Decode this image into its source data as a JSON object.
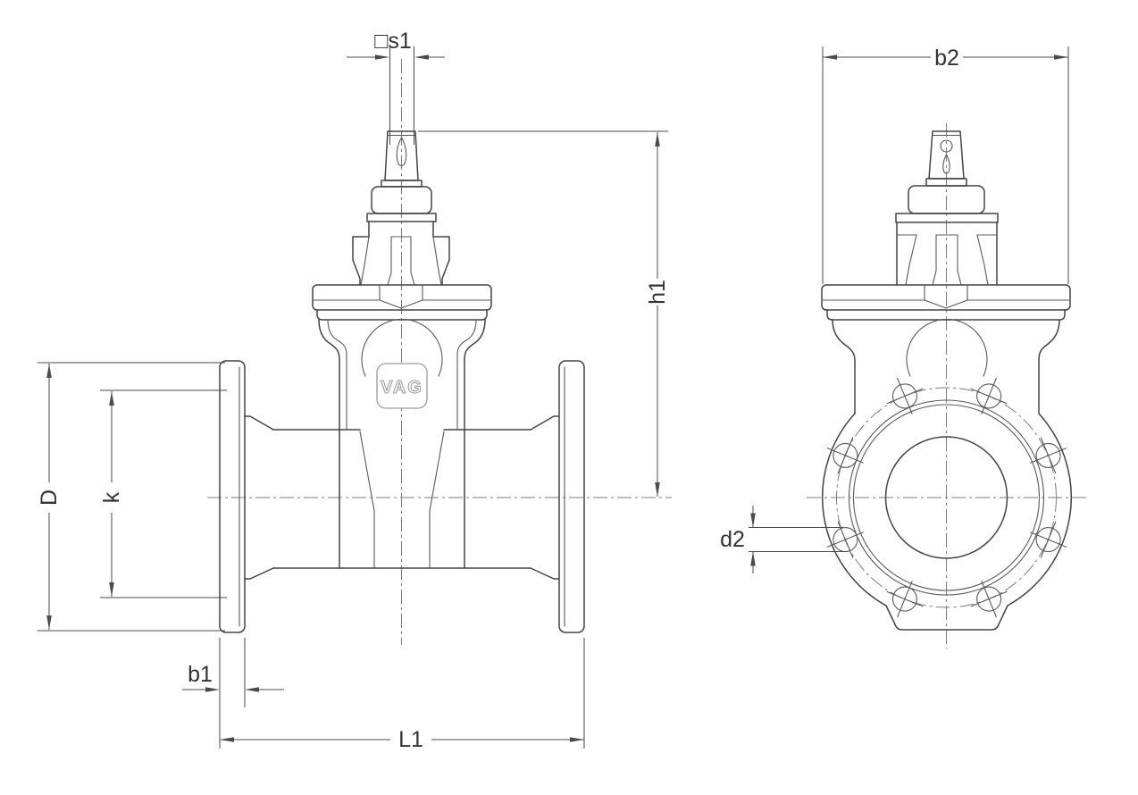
{
  "drawing": {
    "logo": "VAG",
    "labels": {
      "s1": "□s1",
      "h1": "h1",
      "D": "D",
      "k": "k",
      "b1": "b1",
      "L1": "L1",
      "b2": "b2",
      "d2": "d2"
    },
    "colors": {
      "outline": "#434343",
      "dimension": "#4a4a4a",
      "centerline": "#7d7d7d",
      "logo": "#9c9c9c",
      "label": "#333333",
      "background": "#ffffff"
    }
  }
}
